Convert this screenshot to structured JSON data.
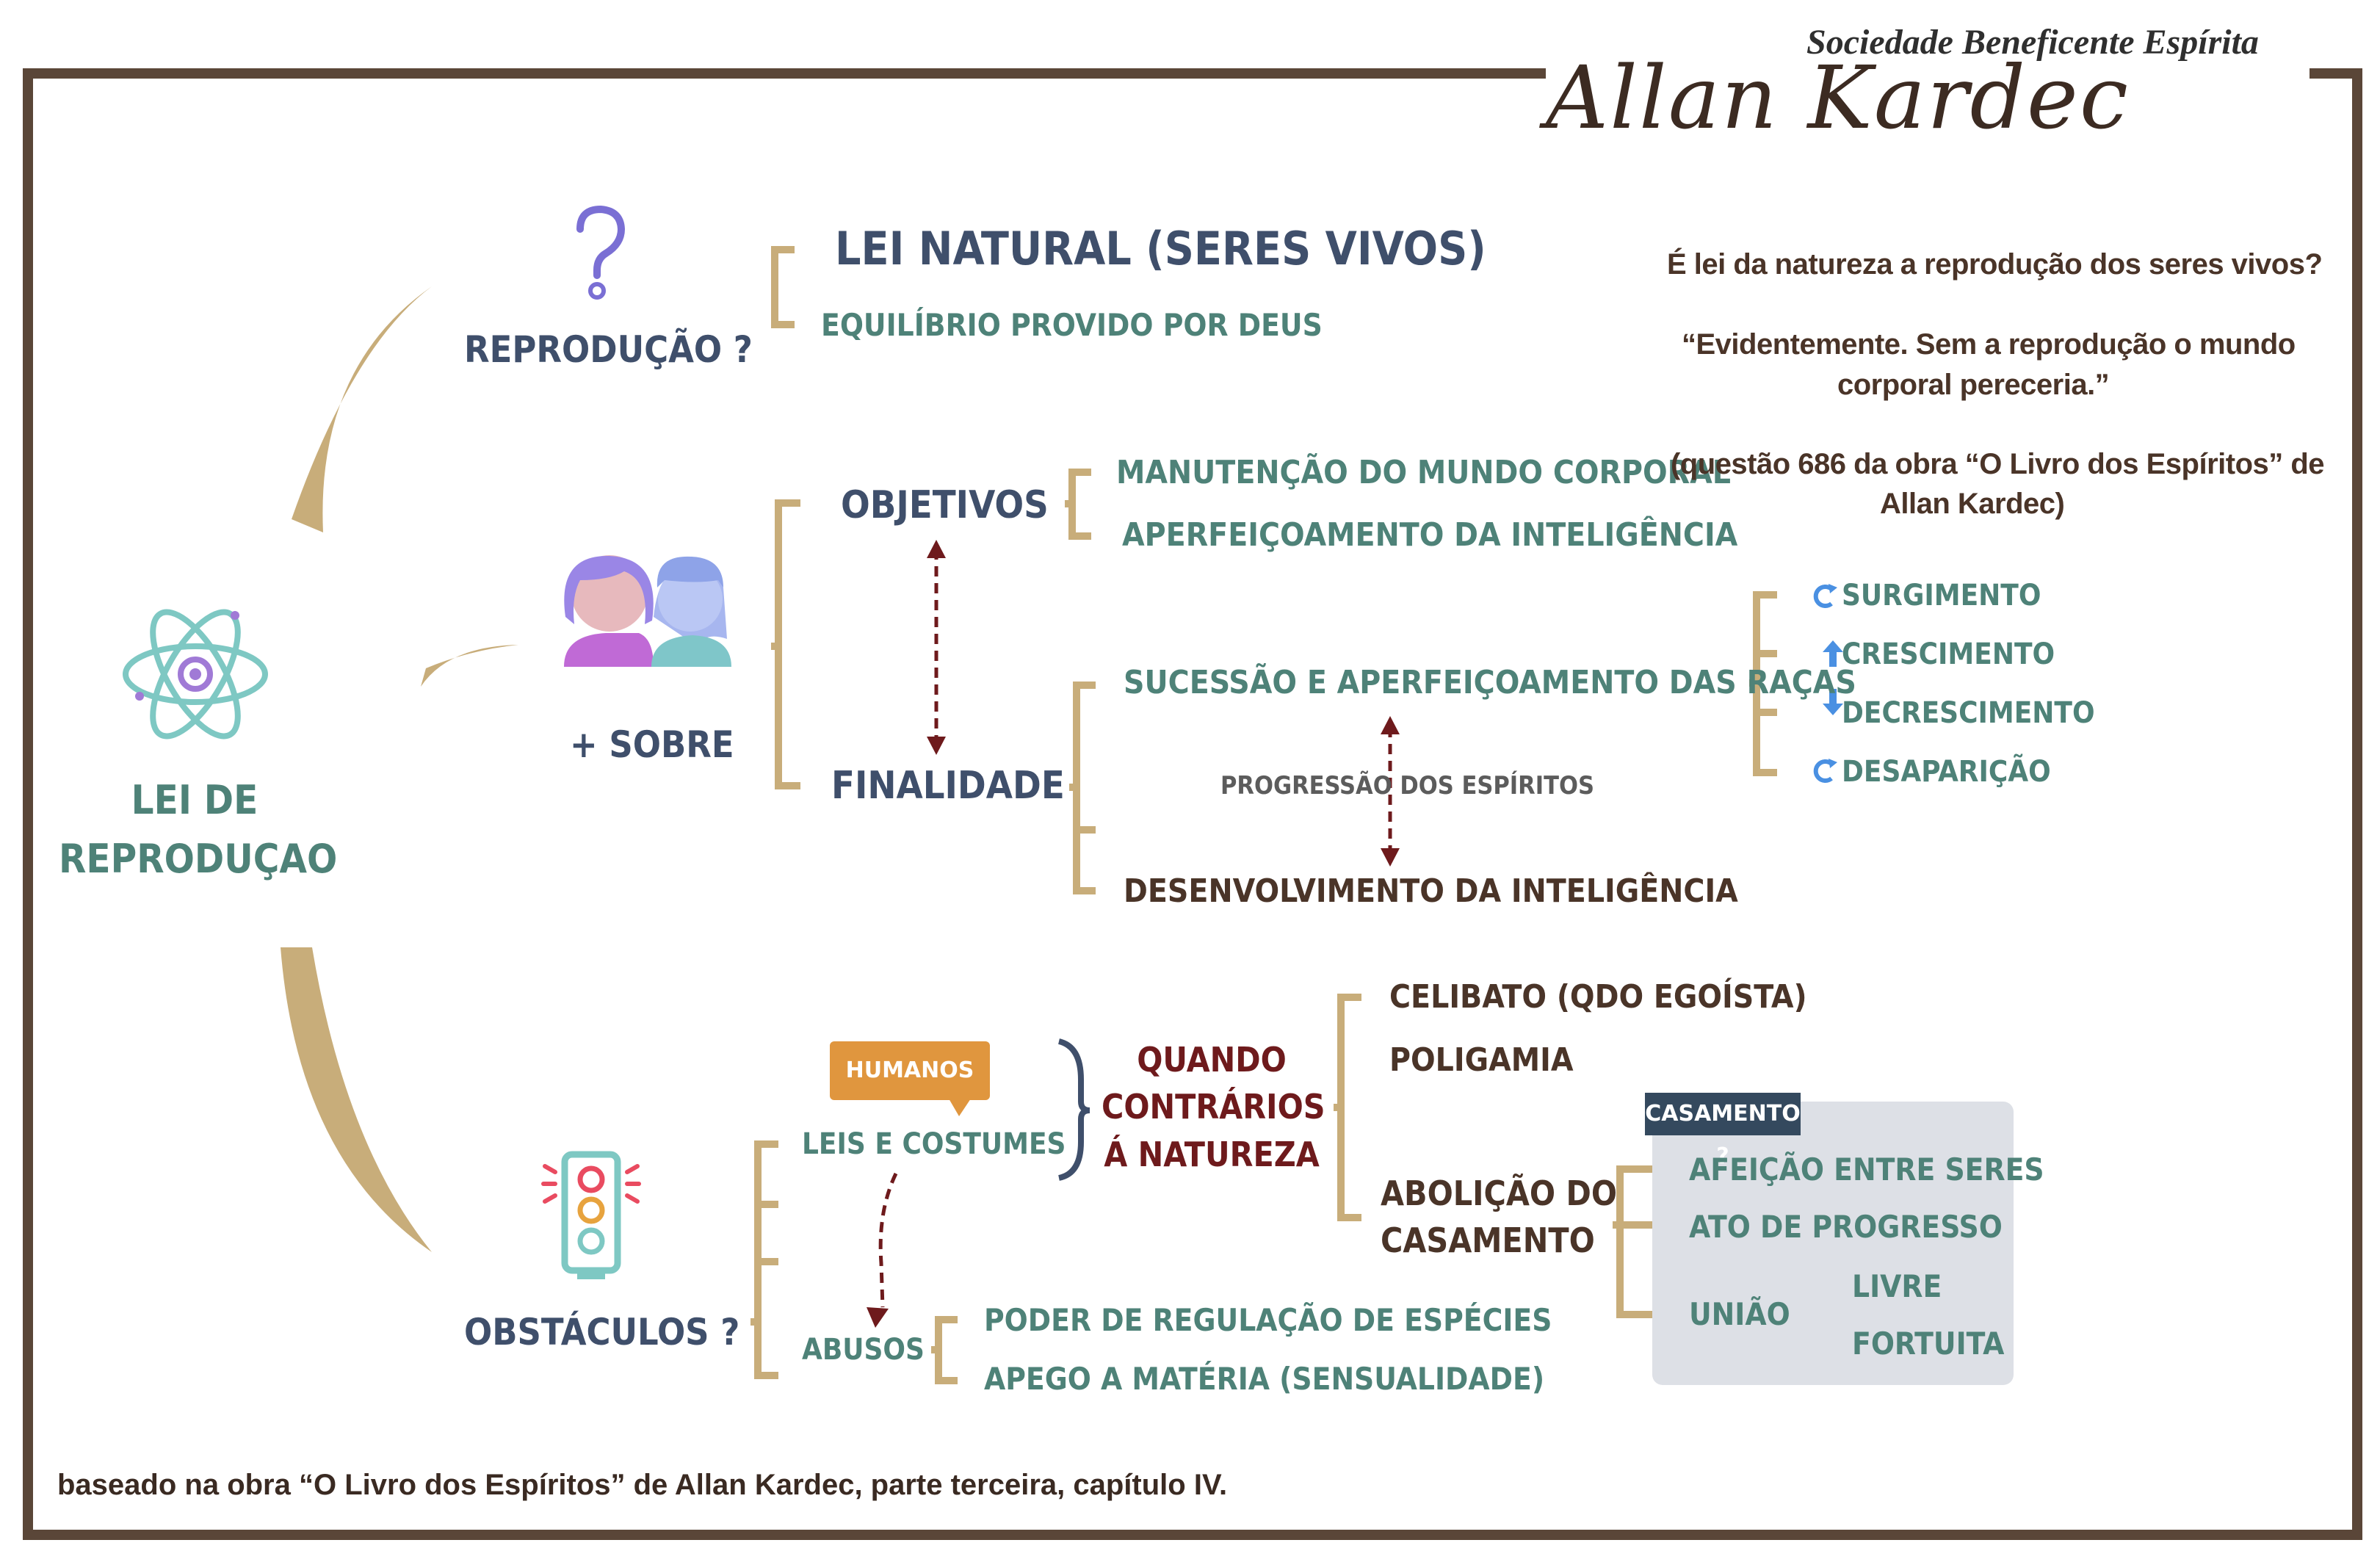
{
  "brand": {
    "line1": "Sociedade Beneficente Espírita",
    "line2": "Allan Kardec"
  },
  "center": {
    "line1": "LEI DE",
    "line2": "REPRODUÇAO"
  },
  "reproducao": {
    "label": "REPRODUÇÃO ?",
    "items": [
      "LEI NATURAL (SERES VIVOS)",
      "EQUILÍBRIO PROVIDO POR DEUS"
    ]
  },
  "sobre": {
    "label": "+ SOBRE",
    "objetivos": {
      "label": "OBJETIVOS",
      "items": [
        "MANUTENÇÃO DO MUNDO CORPORAL",
        "APERFEIÇOAMENTO DA INTELIGÊNCIA"
      ]
    },
    "finalidade": {
      "label": "FINALIDADE",
      "items": [
        "SUCESSÃO E APERFEIÇOAMENTO DAS RAÇAS",
        "DESENVOLVIMENTO DA INTELIGÊNCIA"
      ],
      "middle": "PROGRESSÃO DOS ESPÍRITOS"
    },
    "racas": [
      "SURGIMENTO",
      "CRESCIMENTO",
      "DECRESCIMENTO",
      "DESAPARIÇÃO"
    ]
  },
  "quote": {
    "question": "É lei da natureza a reprodução dos seres vivos?",
    "answer_line1": "“Evidentemente. Sem a reprodução o mundo",
    "answer_line2": "corporal pereceria.”",
    "source_line1": "(questão 686 da obra “O Livro dos Espíritos” de",
    "source_line2": "Allan Kardec)"
  },
  "obstaculos": {
    "label": "OBSTÁCULOS ?",
    "humanos": "HUMANOS",
    "leis": "LEIS E COSTUMES",
    "abusos": "ABUSOS",
    "abusos_items": [
      "PODER DE REGULAÇÃO DE ESPÉCIES",
      "APEGO A MATÉRIA (SENSUALIDADE)"
    ],
    "quando": [
      "QUANDO",
      "CONTRÁRIOS",
      "Á NATUREZA"
    ],
    "contrarios": [
      "CELIBATO (QDO EGOÍSTA)",
      "POLIGAMIA"
    ],
    "abolicao": [
      "ABOLIÇÃO DO",
      "CASAMENTO"
    ],
    "casamento": {
      "tag": "CASAMENTO ?",
      "items": [
        "AFEIÇÃO ENTRE SERES",
        "ATO DE PROGRESSO"
      ],
      "uniao": "UNIÃO",
      "uniao_items": [
        "LIVRE",
        "FORTUITA"
      ]
    }
  },
  "footer": "baseado na obra “O Livro dos Espíritos” de Allan Kardec, parte terceira, capítulo IV.",
  "colors": {
    "frame": "#5a4638",
    "gold": "#c8ad7a",
    "navy": "#3f4f6b",
    "teal": "#4e8278",
    "maroon": "#6e1a1c",
    "orange": "#e0963e"
  }
}
